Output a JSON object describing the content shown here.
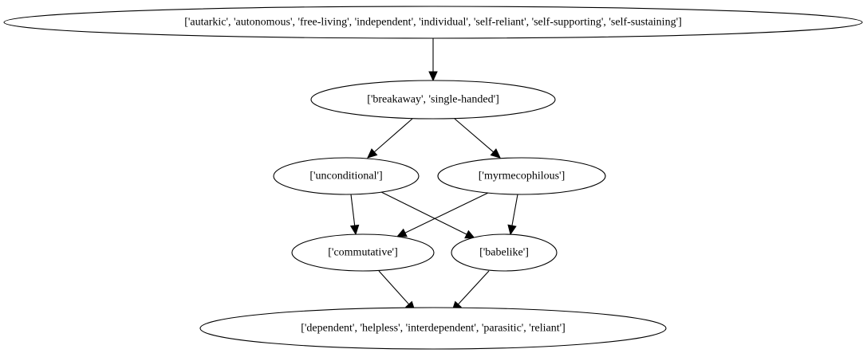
{
  "nodes": [
    {
      "id": "n1",
      "label": "['autarkic', 'autonomous', 'free-living', 'independent', 'individual', 'self-reliant', 'self-supporting', 'self-sustaining']"
    },
    {
      "id": "n2",
      "label": "['breakaway', 'single-handed']"
    },
    {
      "id": "n3",
      "label": "['unconditional']"
    },
    {
      "id": "n4",
      "label": "['myrmecophilous']"
    },
    {
      "id": "n5",
      "label": "['commutative']"
    },
    {
      "id": "n6",
      "label": "['babelike']"
    },
    {
      "id": "n7",
      "label": "['dependent', 'helpless', 'interdependent', 'parasitic', 'reliant']"
    }
  ],
  "edges": [
    {
      "from": "n1",
      "to": "n2"
    },
    {
      "from": "n2",
      "to": "n3"
    },
    {
      "from": "n2",
      "to": "n4"
    },
    {
      "from": "n3",
      "to": "n5"
    },
    {
      "from": "n3",
      "to": "n6"
    },
    {
      "from": "n4",
      "to": "n5"
    },
    {
      "from": "n4",
      "to": "n6"
    },
    {
      "from": "n5",
      "to": "n7"
    },
    {
      "from": "n6",
      "to": "n7"
    }
  ]
}
